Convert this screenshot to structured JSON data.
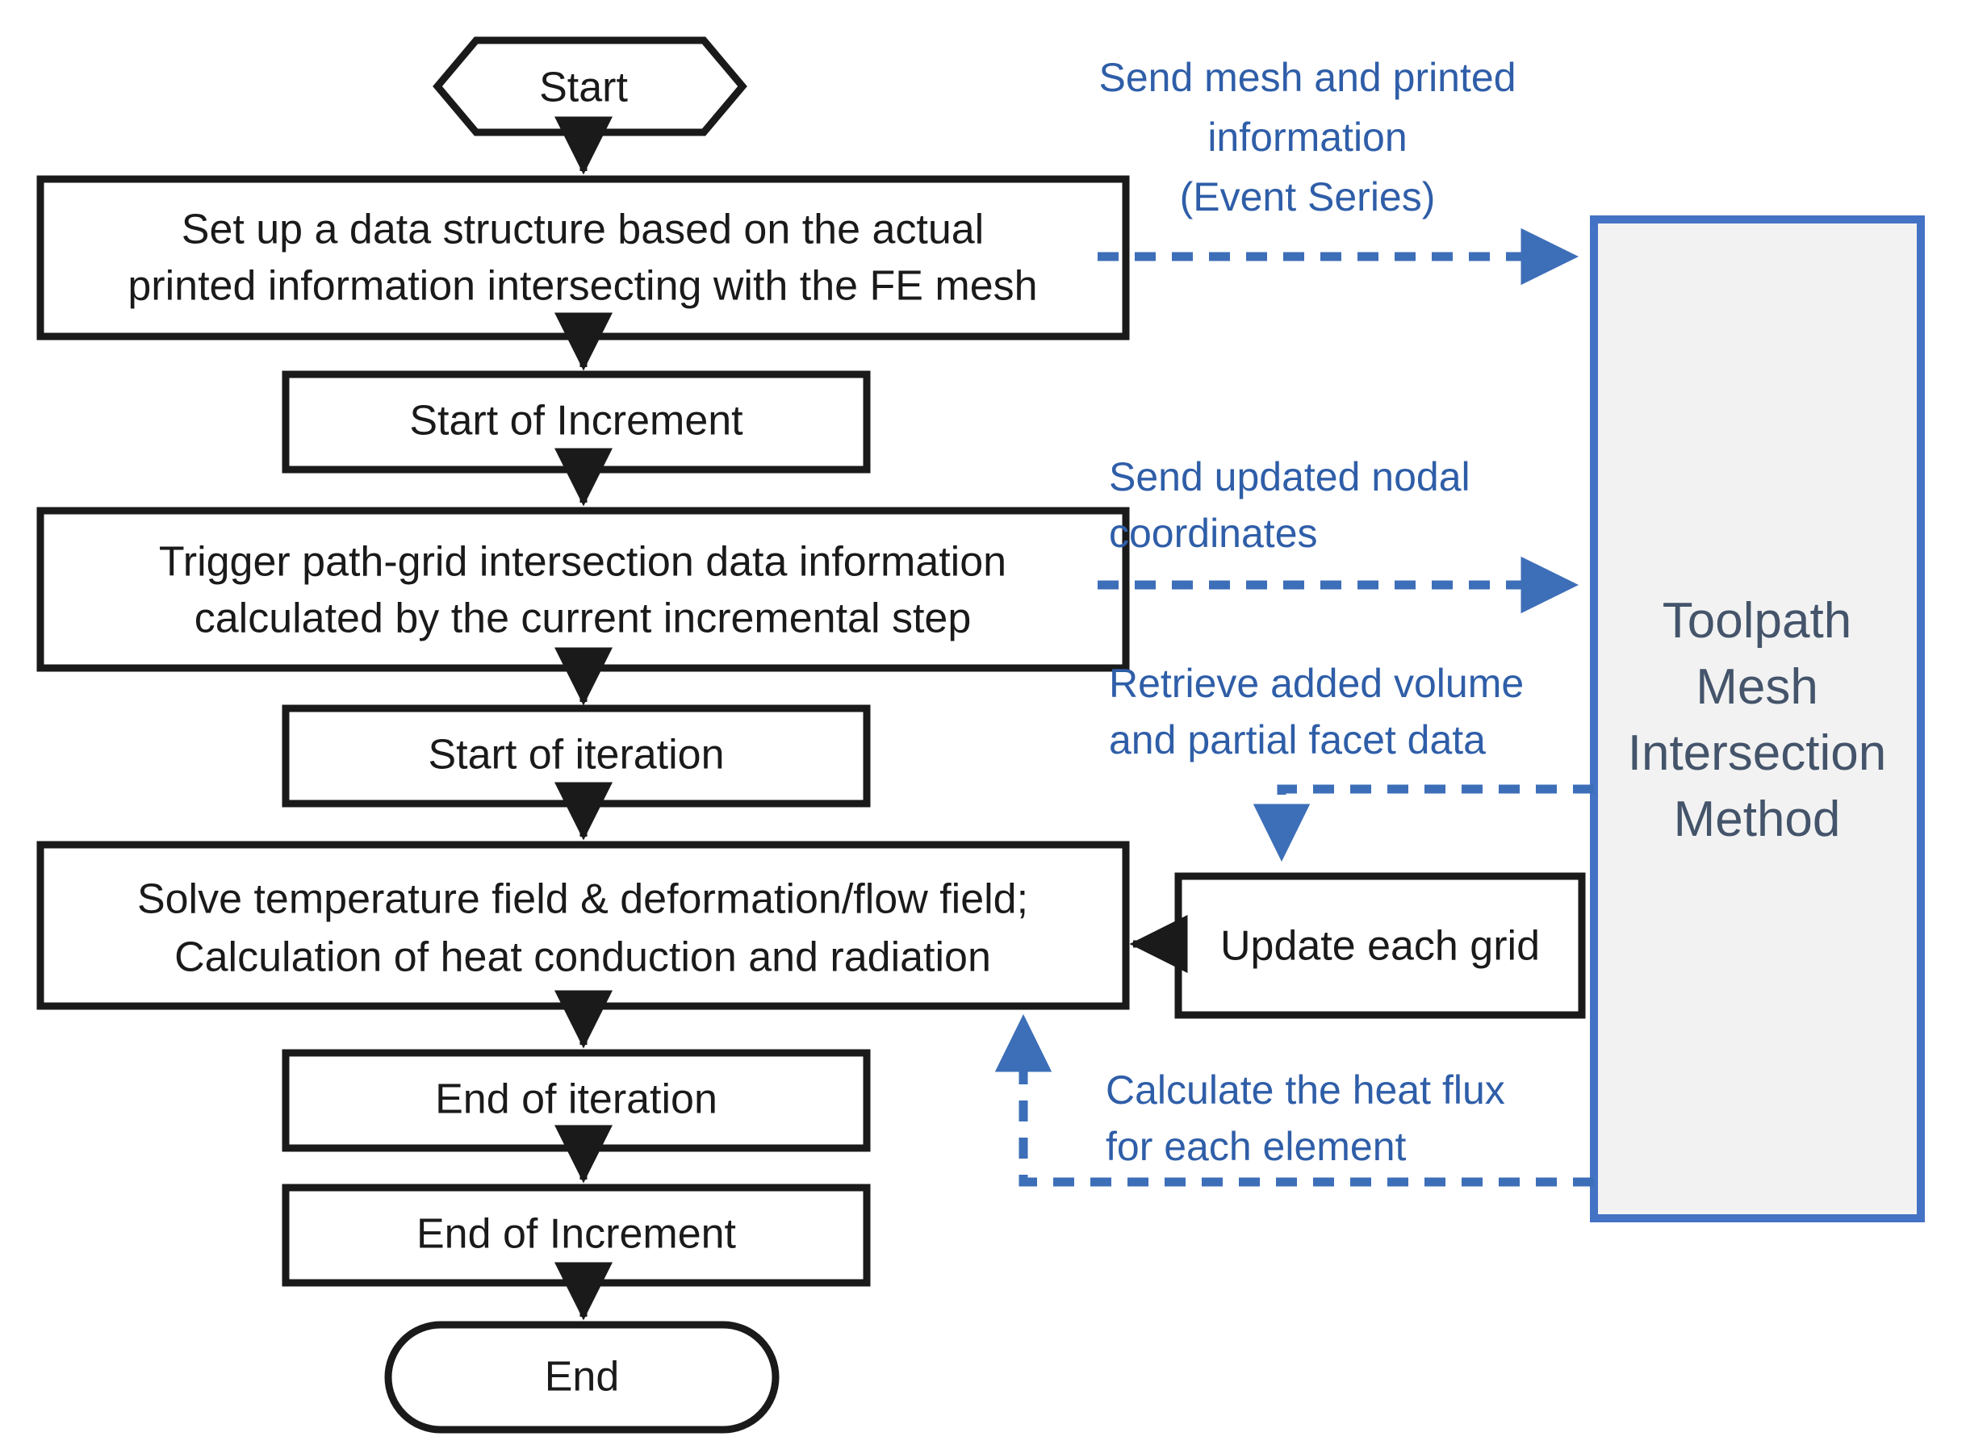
{
  "diagram": {
    "title": "Coupled FE simulation and toolpath mesh intersection workflow",
    "colors": {
      "node_stroke": "#1a1a1a",
      "node_fill": "#ffffff",
      "annotation_blue": "#2F5EA8",
      "connector_blue": "#3D6EB8",
      "panel_fill": "#F2F2F2",
      "panel_border": "#4472C4",
      "panel_text": "#44546A"
    }
  },
  "flow": {
    "start_node": {
      "label": "Start",
      "shape": "hexagon"
    },
    "end_node": {
      "label": "End",
      "shape": "stadium"
    },
    "steps": [
      {
        "id": "setup-data-structure",
        "shape": "rectangle",
        "lines": [
          "Set up a data structure based on the actual",
          "printed information intersecting with the FE mesh"
        ]
      },
      {
        "id": "start-of-increment",
        "shape": "rectangle",
        "lines": [
          "Start of Increment"
        ]
      },
      {
        "id": "trigger-path-grid",
        "shape": "rectangle",
        "lines": [
          "Trigger path-grid intersection data information",
          "calculated by the current incremental step"
        ]
      },
      {
        "id": "start-of-iteration",
        "shape": "rectangle",
        "lines": [
          "Start of iteration"
        ]
      },
      {
        "id": "solve-fields",
        "shape": "rectangle",
        "lines": [
          "Solve temperature field & deformation/flow field;",
          "Calculation of heat conduction and radiation"
        ]
      },
      {
        "id": "end-of-iteration",
        "shape": "rectangle",
        "lines": [
          "End of iteration"
        ]
      },
      {
        "id": "end-of-increment",
        "shape": "rectangle",
        "lines": [
          "End of Increment"
        ]
      }
    ],
    "side_step": {
      "id": "update-each-grid",
      "shape": "rectangle",
      "lines": [
        "Update each grid"
      ]
    }
  },
  "panel": {
    "id": "toolpath-mesh-intersection-method",
    "lines": [
      "Toolpath",
      "Mesh",
      "Intersection",
      "Method"
    ]
  },
  "annotations": [
    {
      "id": "send-mesh-and-printed-information",
      "align": "center",
      "lines": [
        "Send mesh and printed",
        "information",
        "(Event Series)"
      ]
    },
    {
      "id": "send-updated-nodal-coordinates",
      "align": "start",
      "lines": [
        "Send updated nodal",
        "coordinates"
      ]
    },
    {
      "id": "retrieve-added-volume-and-partial-facet-data",
      "align": "start",
      "lines": [
        "Retrieve added volume",
        "and partial facet data"
      ]
    },
    {
      "id": "calculate-the-heat-flux-for-each-element",
      "align": "start",
      "lines": [
        "Calculate the heat flux",
        "for each element"
      ]
    }
  ]
}
